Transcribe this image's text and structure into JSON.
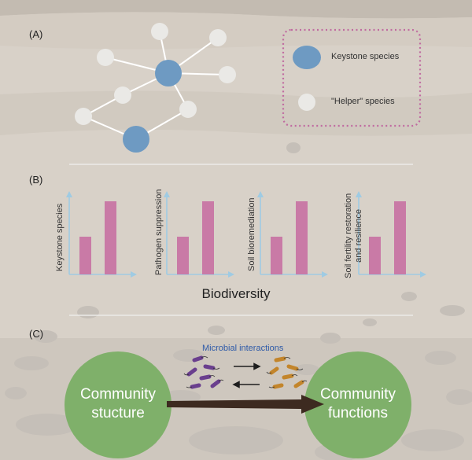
{
  "panels": {
    "a": "(A)",
    "b": "(B)",
    "c": "(C)"
  },
  "legend": {
    "keystone": "Keystone species",
    "helper": "\"Helper\" species"
  },
  "charts": [
    {
      "ylabel_lines": [
        "Keystone species"
      ],
      "values": [
        0.48,
        0.93
      ]
    },
    {
      "ylabel_lines": [
        "Pathogen suppression"
      ],
      "values": [
        0.48,
        0.93
      ]
    },
    {
      "ylabel_lines": [
        "Soil bioremediation"
      ],
      "values": [
        0.48,
        0.93
      ]
    },
    {
      "ylabel_lines": [
        "Soil fertility restoration",
        "and resilience"
      ],
      "values": [
        0.48,
        0.93
      ]
    }
  ],
  "xlabel": "Biodiversity",
  "bottom": {
    "left_circle": [
      "Community",
      "stucture"
    ],
    "right_circle": [
      "Community",
      "functions"
    ],
    "interactions": "Microbial interactions"
  },
  "colors": {
    "keystone": "#6e9ac2",
    "helper": "#eae9e6",
    "bar": "#c97aa6",
    "legend_border": "#c06ba0",
    "axis": "#9fcbe3",
    "circle": "#7fb06a",
    "arrow": "#3d2a20",
    "purple_microbe": "#6a3f8e",
    "orange_microbe": "#c3852b"
  }
}
